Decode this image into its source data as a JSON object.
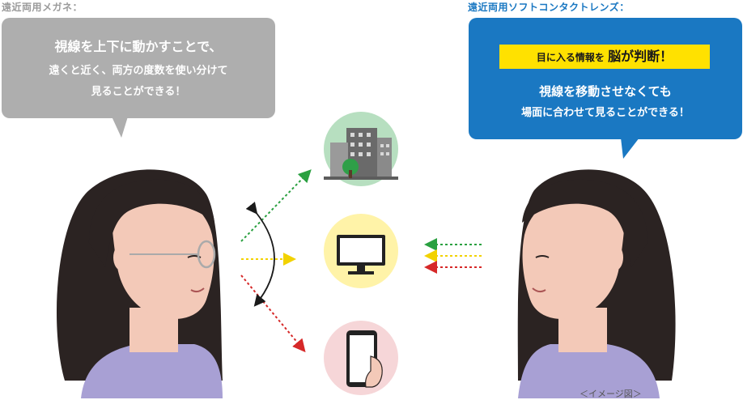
{
  "left": {
    "label": "遠近両用メガネ：",
    "bubble_line1": "視線を上下に動かすことで、",
    "bubble_line2": "遠くと近く、両方の度数を使い分けて",
    "bubble_line3": "見ることができる！"
  },
  "right": {
    "label": "遠近両用ソフトコンタクトレンズ：",
    "highlight_small": "目に入る情報を ",
    "highlight_big": "脳が判断！",
    "bubble_line2": "視線を移動させなくても",
    "bubble_line3": "場面に合わせて見ることができる！"
  },
  "caption": "＜イメージ図＞",
  "icons": [
    "buildings-icon",
    "monitor-icon",
    "smartphone-icon"
  ],
  "colors": {
    "gray_bubble": "#aeaeae",
    "blue_bubble": "#1a78c2",
    "highlight": "#ffe100",
    "arrow_far": "#2aa040",
    "arrow_mid": "#f2d200",
    "arrow_near": "#d62828",
    "circle_far": "#b7dfc0",
    "circle_mid": "#fff3a8",
    "circle_near": "#f6d6d8",
    "skin": "#f3c9b8",
    "hair": "#2b2322",
    "shirt": "#a8a0d4"
  }
}
